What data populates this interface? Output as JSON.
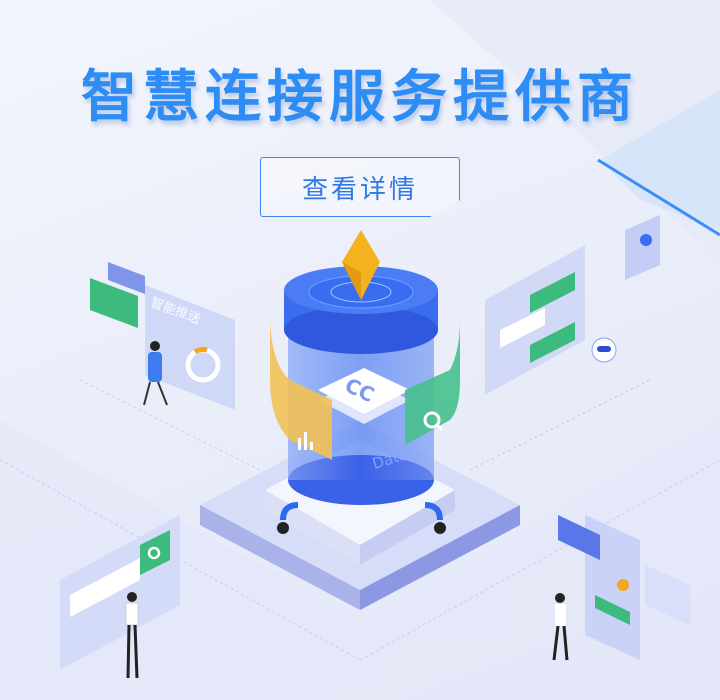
{
  "banner": {
    "title": "智慧连接服务提供商",
    "cta_label": "查看详情",
    "panel_left_label": "智能推送",
    "chip_label": "CC",
    "cylinder_label": "Data"
  },
  "colors": {
    "accent": "#2e8cf5",
    "green": "#3dba7e",
    "yellow": "#f2b43a",
    "cylinder": "#3a6cf0"
  }
}
